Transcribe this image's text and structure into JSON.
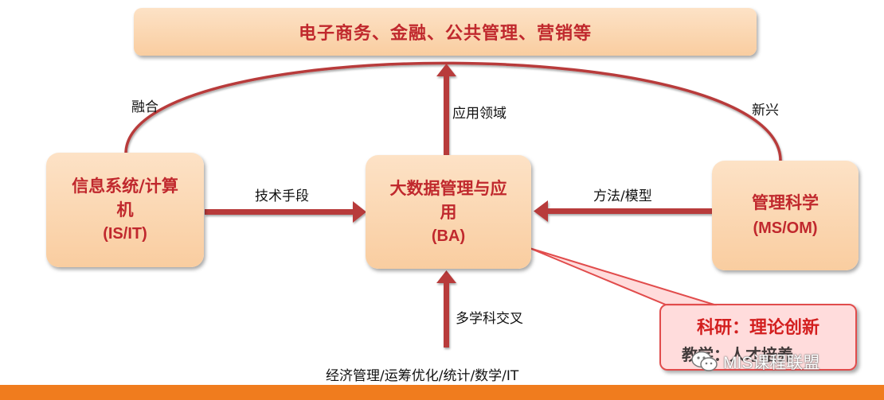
{
  "top_box": {
    "text": "电子商务、金融、公共管理、营销等"
  },
  "is_box": {
    "line1": "信息系统/计算",
    "line2": "机",
    "line3": "(IS/IT)"
  },
  "ba_box": {
    "line1": "大数据管理与应",
    "line2": "用",
    "line3": "(BA)"
  },
  "ms_box": {
    "line1": "管理科学",
    "line2": "(MS/OM)"
  },
  "labels": {
    "fusion": "融合",
    "emerging": "新兴",
    "application_domain": "应用领域",
    "tech_means": "技术手段",
    "method_model": "方法/模型",
    "interdisciplinary": "多学科交叉",
    "baseline": "经济管理/运筹优化/统计/数学/IT"
  },
  "callout": {
    "title": "科研：理论创新",
    "subtitle": "教学：人才培养"
  },
  "watermark": {
    "text": "MIS课程联盟",
    "icon": "wechat-icon"
  },
  "colors": {
    "box_fill": "#f9cda0",
    "box_text": "#c0282d",
    "arrow": "#b83a3a",
    "callout_border": "#e14c4c",
    "callout_text": "#d31f1f",
    "bottom_bar": "#f07c1e"
  }
}
